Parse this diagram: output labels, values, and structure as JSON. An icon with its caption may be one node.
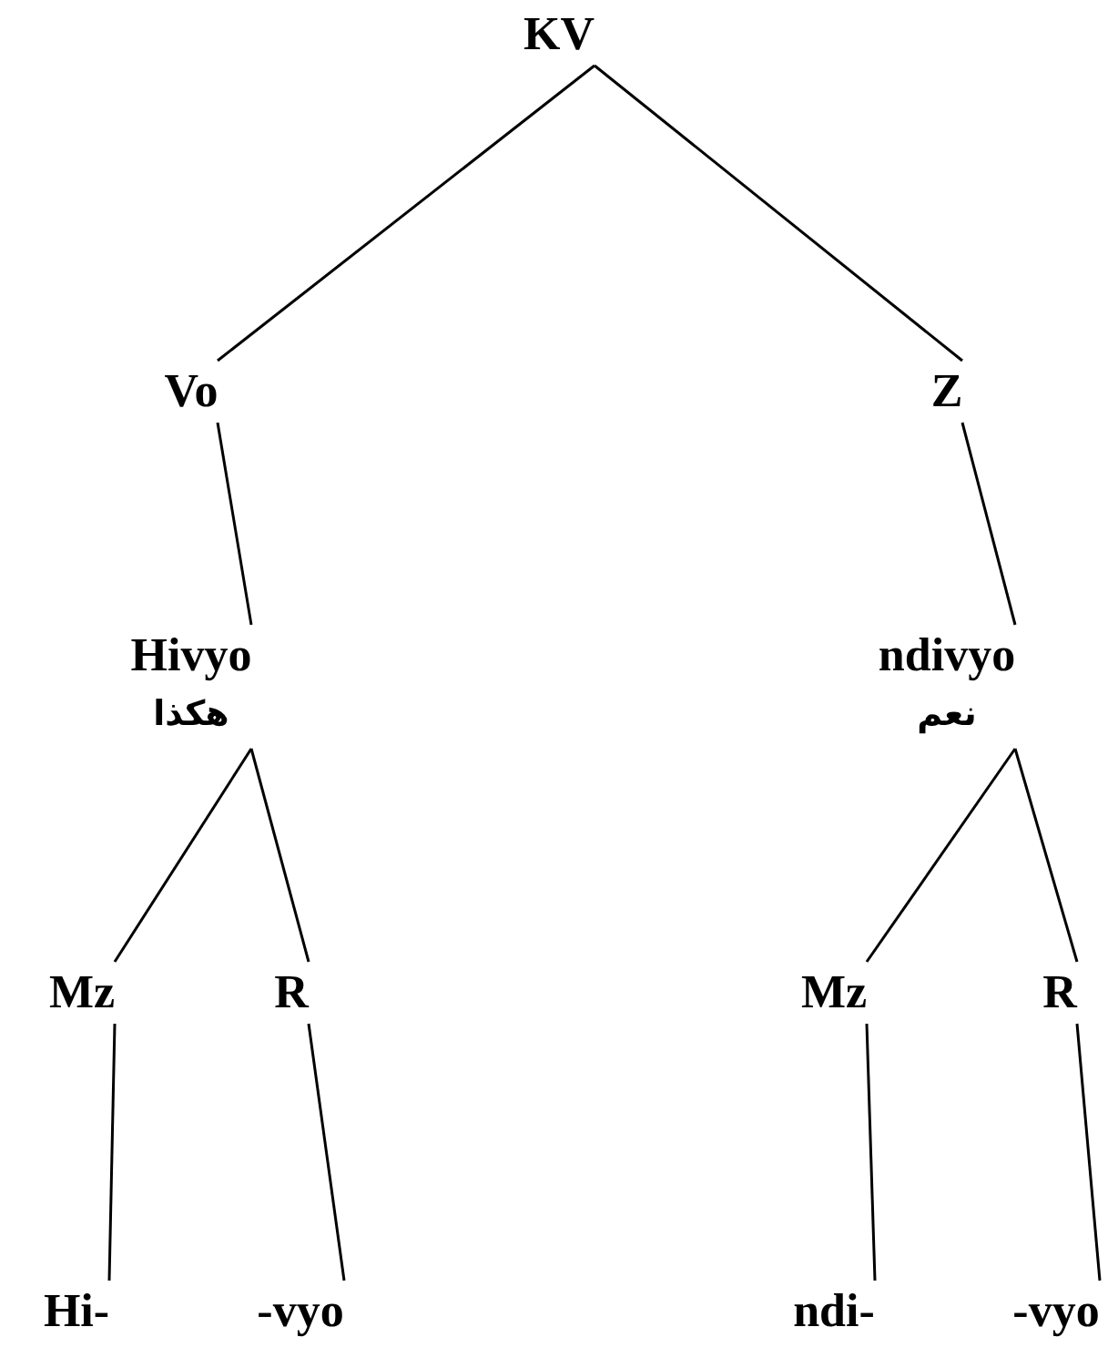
{
  "diagram": {
    "nodes": [
      {
        "text": [
          "KV"
        ]
      },
      {
        "text": [
          "Vo"
        ]
      },
      {
        "text": [
          "Z"
        ]
      },
      {
        "text": [
          "Hivyo",
          "هكذا"
        ]
      },
      {
        "text": [
          "ndivyo",
          "نعم"
        ]
      },
      {
        "text": [
          "Mz"
        ]
      },
      {
        "text": [
          "R"
        ]
      },
      {
        "text": [
          "Mz"
        ]
      },
      {
        "text": [
          "R"
        ]
      },
      {
        "text": [
          "Hi-"
        ]
      },
      {
        "text": [
          "-vyo"
        ]
      },
      {
        "text": [
          "ndi-"
        ]
      },
      {
        "text": [
          "-vyo"
        ]
      }
    ],
    "edges": [
      {
        "from": 0,
        "to": 1,
        "arrow": "none"
      },
      {
        "from": 0,
        "to": 2,
        "arrow": "none"
      },
      {
        "from": 1,
        "to": 3,
        "arrow": "none"
      },
      {
        "from": 2,
        "to": 4,
        "arrow": "none"
      },
      {
        "from": 3,
        "to": 5,
        "arrow": "none"
      },
      {
        "from": 3,
        "to": 6,
        "arrow": "none"
      },
      {
        "from": 4,
        "to": 7,
        "arrow": "none"
      },
      {
        "from": 4,
        "to": 8,
        "arrow": "none"
      },
      {
        "from": 5,
        "to": 9,
        "arrow": "none"
      },
      {
        "from": 6,
        "to": 10,
        "arrow": "none"
      },
      {
        "from": 7,
        "to": 11,
        "arrow": "none"
      },
      {
        "from": 8,
        "to": 12,
        "arrow": "none"
      }
    ]
  }
}
